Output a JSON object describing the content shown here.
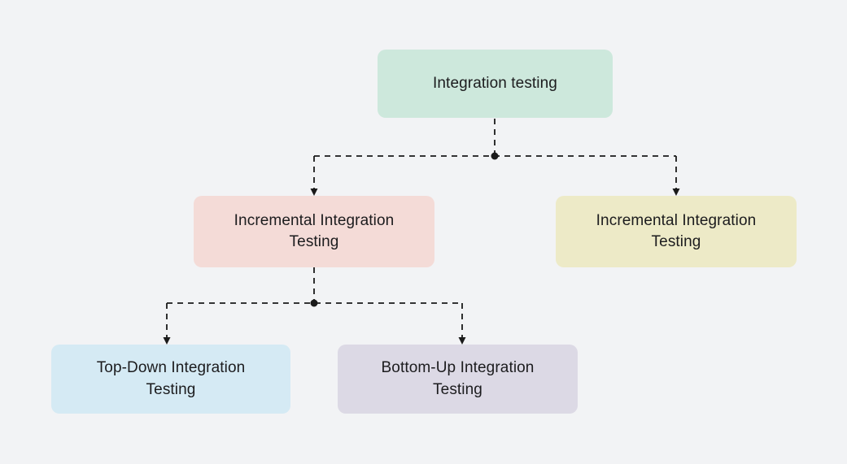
{
  "diagram": {
    "background": "#f2f3f5",
    "connector_color": "#1a1a1a",
    "nodes": [
      {
        "id": "integration-testing",
        "label": "Integration testing",
        "fill": "#cde8dc"
      },
      {
        "id": "incremental-integration-testing-left",
        "label": "Incremental Integration Testing",
        "fill": "#f4dbd7"
      },
      {
        "id": "incremental-integration-testing-right",
        "label": "Incremental Integration Testing",
        "fill": "#edeac7"
      },
      {
        "id": "top-down-integration-testing",
        "label": "Top-Down Integration Testing",
        "fill": "#d5eaf4"
      },
      {
        "id": "bottom-up-integration-testing",
        "label": "Bottom-Up Integration Testing",
        "fill": "#dcd9e5"
      }
    ]
  }
}
